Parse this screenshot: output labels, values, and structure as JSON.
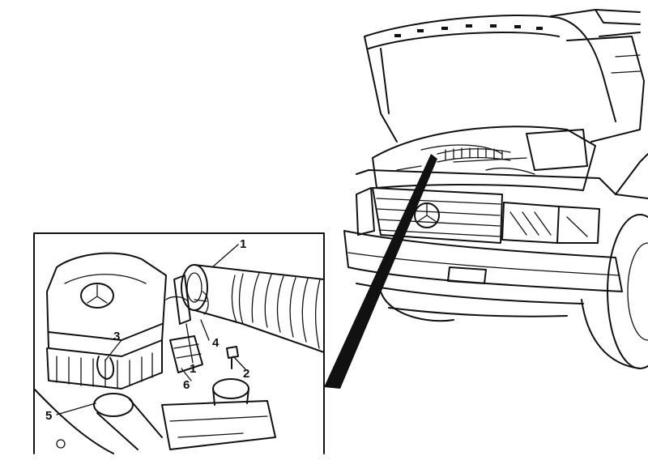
{
  "diagram": {
    "callouts": [
      {
        "id": "c1a",
        "text": "1"
      },
      {
        "id": "c1b",
        "text": "1"
      },
      {
        "id": "c2",
        "text": "2"
      },
      {
        "id": "c3",
        "text": "3"
      },
      {
        "id": "c4",
        "text": "4"
      },
      {
        "id": "c5",
        "text": "5"
      },
      {
        "id": "c6",
        "text": "6"
      }
    ],
    "emblems": [
      "mercedes-star-emblem-grille",
      "mercedes-star-emblem-airbox"
    ],
    "colors": {
      "ink": "#111111",
      "paper": "#ffffff"
    }
  }
}
